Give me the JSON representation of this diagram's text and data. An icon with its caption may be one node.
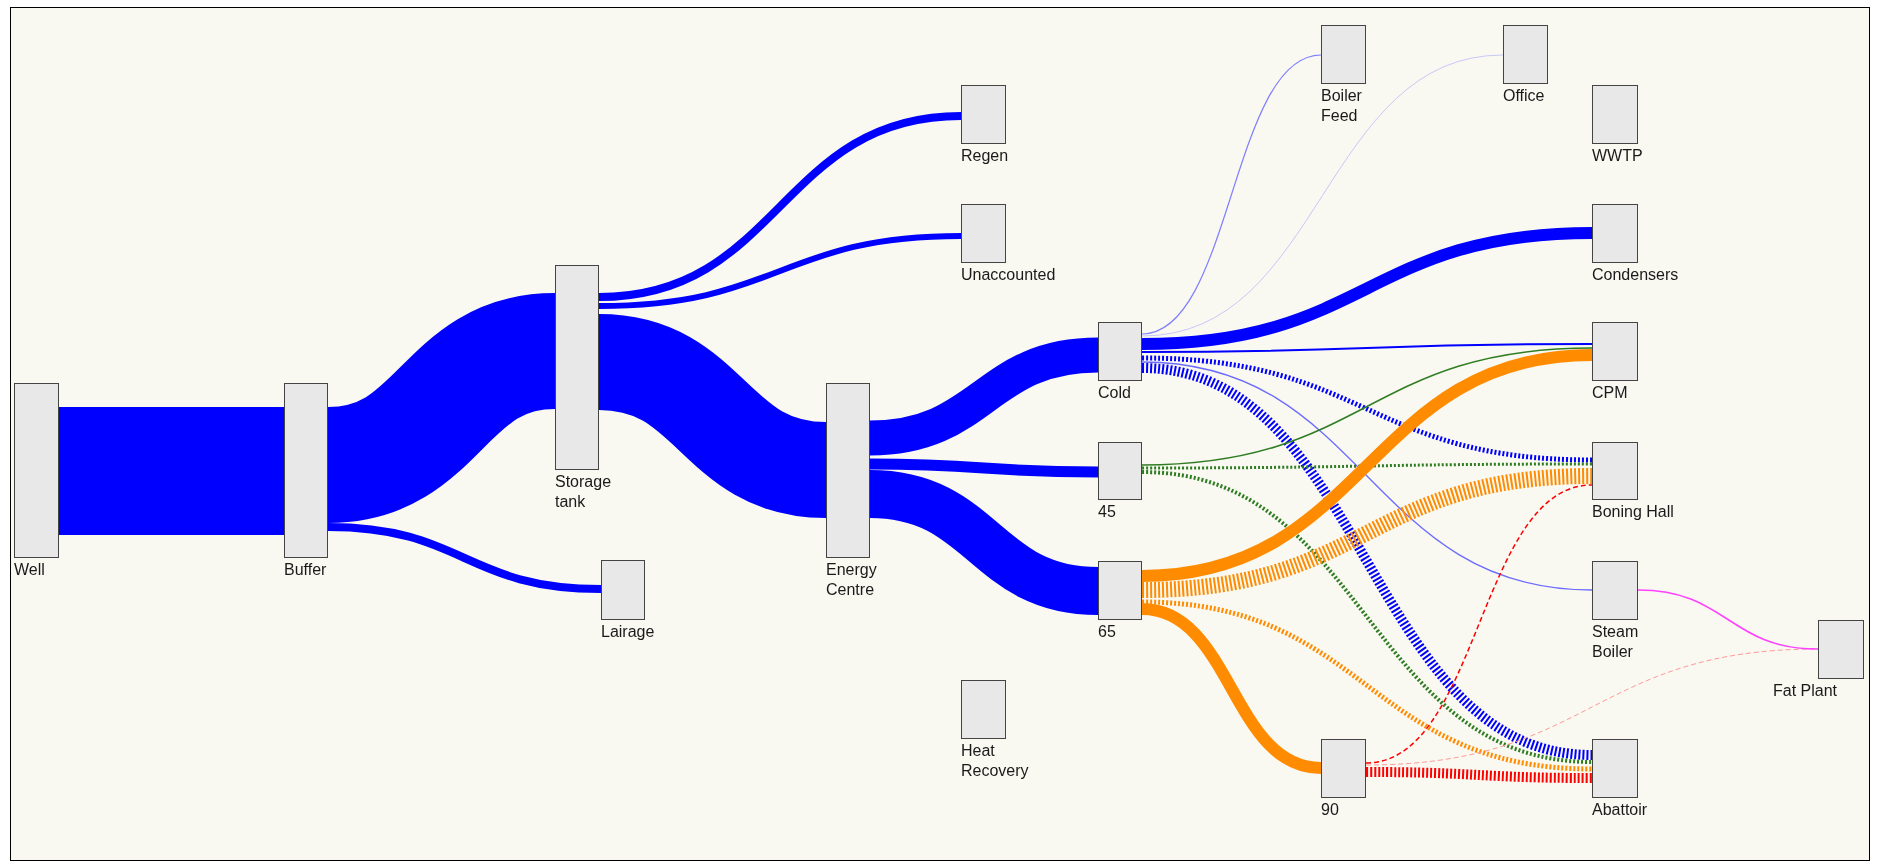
{
  "diagram": {
    "nodes": [
      {
        "text": [
          "Well"
        ]
      },
      {
        "text": [
          "Buffer"
        ]
      },
      {
        "text": [
          "Storage tank"
        ]
      },
      {
        "text": [
          "Lairage"
        ]
      },
      {
        "text": [
          "Regen"
        ]
      },
      {
        "text": [
          "Unaccounted"
        ]
      },
      {
        "text": [
          "Energy Centre"
        ]
      },
      {
        "text": [
          "Heat Recovery"
        ]
      },
      {
        "text": [
          "Cold"
        ]
      },
      {
        "text": [
          "45"
        ]
      },
      {
        "text": [
          "65"
        ]
      },
      {
        "text": [
          "Boiler Feed"
        ]
      },
      {
        "text": [
          "90"
        ]
      },
      {
        "text": [
          "Office"
        ]
      },
      {
        "text": [
          "WWTP"
        ]
      },
      {
        "text": [
          "Condensers"
        ]
      },
      {
        "text": [
          "CPM"
        ]
      },
      {
        "text": [
          "Boning Hall"
        ]
      },
      {
        "text": [
          "Steam Boiler"
        ]
      },
      {
        "text": [
          "Abattoir"
        ]
      },
      {
        "text": [
          "Fat Plant"
        ]
      }
    ],
    "edges": [
      {
        "from": 0,
        "to": 1,
        "arrow": "none",
        "style": "thick"
      },
      {
        "from": 1,
        "to": 2,
        "arrow": "none",
        "style": "thick"
      },
      {
        "from": 1,
        "to": 3,
        "arrow": "none"
      },
      {
        "from": 2,
        "to": 4,
        "arrow": "none"
      },
      {
        "from": 2,
        "to": 5,
        "arrow": "none"
      },
      {
        "from": 2,
        "to": 6,
        "arrow": "none",
        "style": "thick"
      },
      {
        "from": 6,
        "to": 8,
        "arrow": "none",
        "style": "thick"
      },
      {
        "from": 6,
        "to": 9,
        "arrow": "none"
      },
      {
        "from": 6,
        "to": 10,
        "arrow": "none",
        "style": "thick"
      },
      {
        "from": 8,
        "to": 11,
        "arrow": "none",
        "color": "#7f7fff"
      },
      {
        "from": 8,
        "to": 13,
        "arrow": "none",
        "color": "#c8c8f8"
      },
      {
        "from": 8,
        "to": 15,
        "arrow": "none"
      },
      {
        "from": 8,
        "to": 16,
        "arrow": "none"
      },
      {
        "from": 8,
        "to": 17,
        "arrow": "none",
        "style": "dashed"
      },
      {
        "from": 8,
        "to": 18,
        "arrow": "none",
        "color": "#6b6bff"
      },
      {
        "from": 8,
        "to": 19,
        "arrow": "none",
        "style": "dashed"
      },
      {
        "from": 9,
        "to": 16,
        "arrow": "none",
        "color": "#2f7d22"
      },
      {
        "from": 9,
        "to": 17,
        "arrow": "none",
        "style": "dashed",
        "color": "#2f7d22"
      },
      {
        "from": 9,
        "to": 19,
        "arrow": "none",
        "style": "dashed",
        "color": "#2f7d22"
      },
      {
        "from": 10,
        "to": 16,
        "arrow": "none",
        "color": "#ff8c00"
      },
      {
        "from": 10,
        "to": 17,
        "arrow": "none",
        "style": "dashed",
        "color": "#ff8c00"
      },
      {
        "from": 10,
        "to": 19,
        "arrow": "none",
        "style": "dashed",
        "color": "#ff8c00"
      },
      {
        "from": 10,
        "to": 12,
        "arrow": "none",
        "color": "#ff8c00"
      },
      {
        "from": 12,
        "to": 17,
        "arrow": "none",
        "style": "dashed",
        "color": "#ff0000"
      },
      {
        "from": 12,
        "to": 20,
        "arrow": "none",
        "style": "dashed",
        "color": "#ff9a9a"
      },
      {
        "from": 12,
        "to": 19,
        "arrow": "none",
        "style": "dashed",
        "color": "#ff0000"
      },
      {
        "from": 18,
        "to": 20,
        "arrow": "none",
        "color": "#ff40ff"
      }
    ]
  }
}
